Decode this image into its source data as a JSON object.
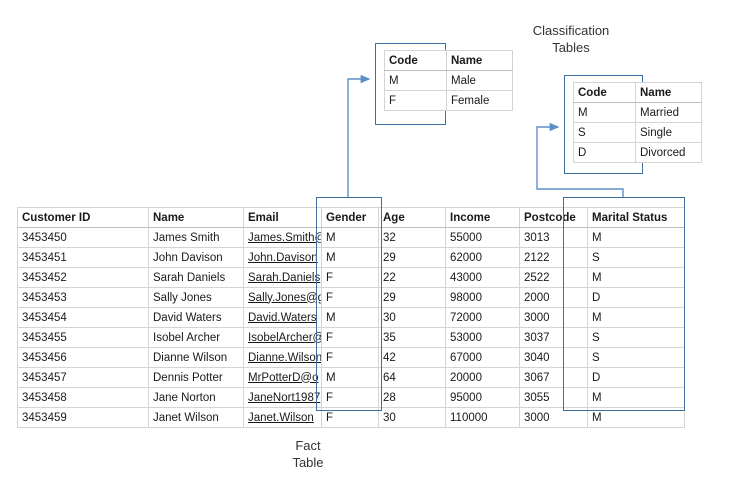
{
  "diagram": {
    "labels": {
      "classification_tables": "Classification\nTables",
      "fact_table": "Fact\nTable"
    },
    "accent_color": "#3f6f9f",
    "link_color": "#3b6fb6",
    "grid_color": "#d4d4d4"
  },
  "gender_lookup": {
    "title": "Gender classification table",
    "headers": [
      "Code",
      "Name"
    ],
    "rows": [
      [
        "M",
        "Male"
      ],
      [
        "F",
        "Female"
      ]
    ]
  },
  "marital_lookup": {
    "title": "Marital status classification table",
    "headers": [
      "Code",
      "Name"
    ],
    "rows": [
      [
        "M",
        "Married"
      ],
      [
        "S",
        "Single"
      ],
      [
        "D",
        "Divorced"
      ]
    ]
  },
  "fact_table": {
    "headers": [
      "Customer ID",
      "Name",
      "Email",
      "Gender",
      "Age",
      "Income",
      "Postcode",
      "Marital Status"
    ],
    "rows": [
      [
        "3453450",
        "James Smith",
        "James.Smith@",
        "M",
        "32",
        "55000",
        "3013",
        "M"
      ],
      [
        "3453451",
        "John Davison",
        "John.Davison",
        "M",
        "29",
        "62000",
        "2122",
        "S"
      ],
      [
        "3453452",
        "Sarah Daniels",
        "Sarah.Daniels",
        "F",
        "22",
        "43000",
        "2522",
        "M"
      ],
      [
        "3453453",
        "Sally Jones",
        "Sally.Jones@g",
        "F",
        "29",
        "98000",
        "2000",
        "D"
      ],
      [
        "3453454",
        "David Waters",
        "David.Waters",
        "M",
        "30",
        "72000",
        "3000",
        "M"
      ],
      [
        "3453455",
        "Isobel Archer",
        "IsobelArcher@",
        "F",
        "35",
        "53000",
        "3037",
        "S"
      ],
      [
        "3453456",
        "Dianne Wilson",
        "Dianne.Wilson",
        "F",
        "42",
        "67000",
        "3040",
        "S"
      ],
      [
        "3453457",
        "Dennis Potter",
        "MrPotterD@o",
        "M",
        "64",
        "20000",
        "3067",
        "D"
      ],
      [
        "3453458",
        "Jane Norton",
        "JaneNort1987",
        "F",
        "28",
        "95000",
        "3055",
        "M"
      ],
      [
        "3453459",
        "Janet Wilson",
        "Janet.Wilson",
        "F",
        "30",
        "110000",
        "3000",
        "M"
      ]
    ]
  },
  "relationships": [
    {
      "from": "Gender",
      "to": "Gender classification table"
    },
    {
      "from": "Marital Status",
      "to": "Marital status classification table"
    }
  ]
}
